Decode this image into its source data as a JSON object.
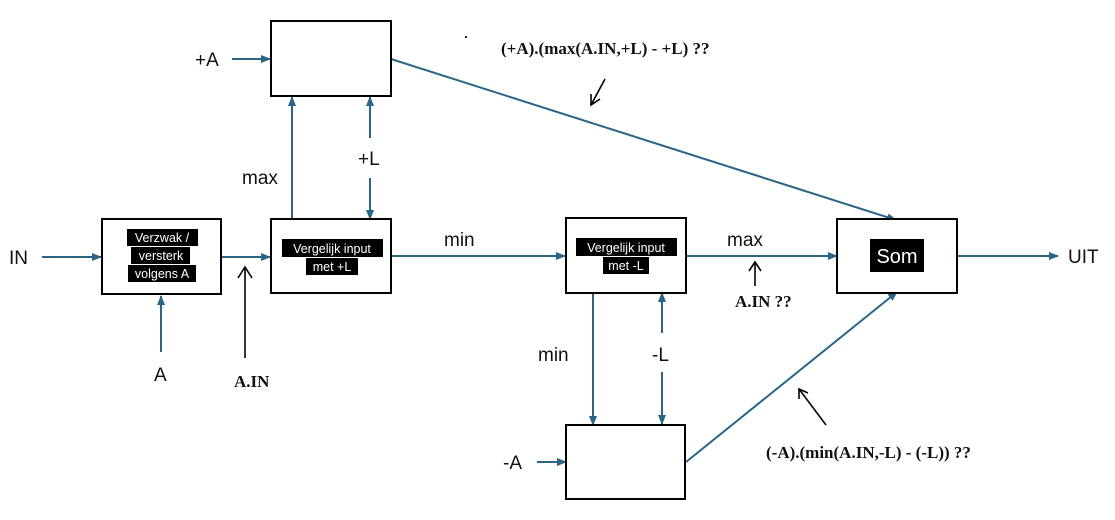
{
  "colors": {
    "line": "#2a6586",
    "box_border": "#000000",
    "label_bg": "#000000",
    "label_text": "#ffffff",
    "text": "#111111"
  },
  "inputs": {
    "in": "IN",
    "a": "A",
    "plus_a": "+A",
    "minus_a": "-A"
  },
  "output": {
    "uit": "UIT"
  },
  "blocks": {
    "attenuator": {
      "line1": "Verzwak /",
      "line2": "versterk",
      "line3": "volgens A"
    },
    "compare_plus": {
      "line1": "Vergelijk input",
      "line2": "met +L"
    },
    "compare_minus": {
      "line1": "Vergelijk input",
      "line2": "met -L"
    },
    "sum": {
      "label": "Som"
    }
  },
  "signals": {
    "max_upper": "max",
    "plus_l": "+L",
    "min_mid": "min",
    "max_right": "max",
    "min_lower": "min",
    "minus_l": "-L"
  },
  "annotations": {
    "a_in": "A.IN",
    "a_in_question": "A.IN ??",
    "upper_formula": "(+A).(max(A.IN,+L) - +L) ??",
    "lower_formula": "(-A).(min(A.IN,-L) - (-L)) ??"
  }
}
